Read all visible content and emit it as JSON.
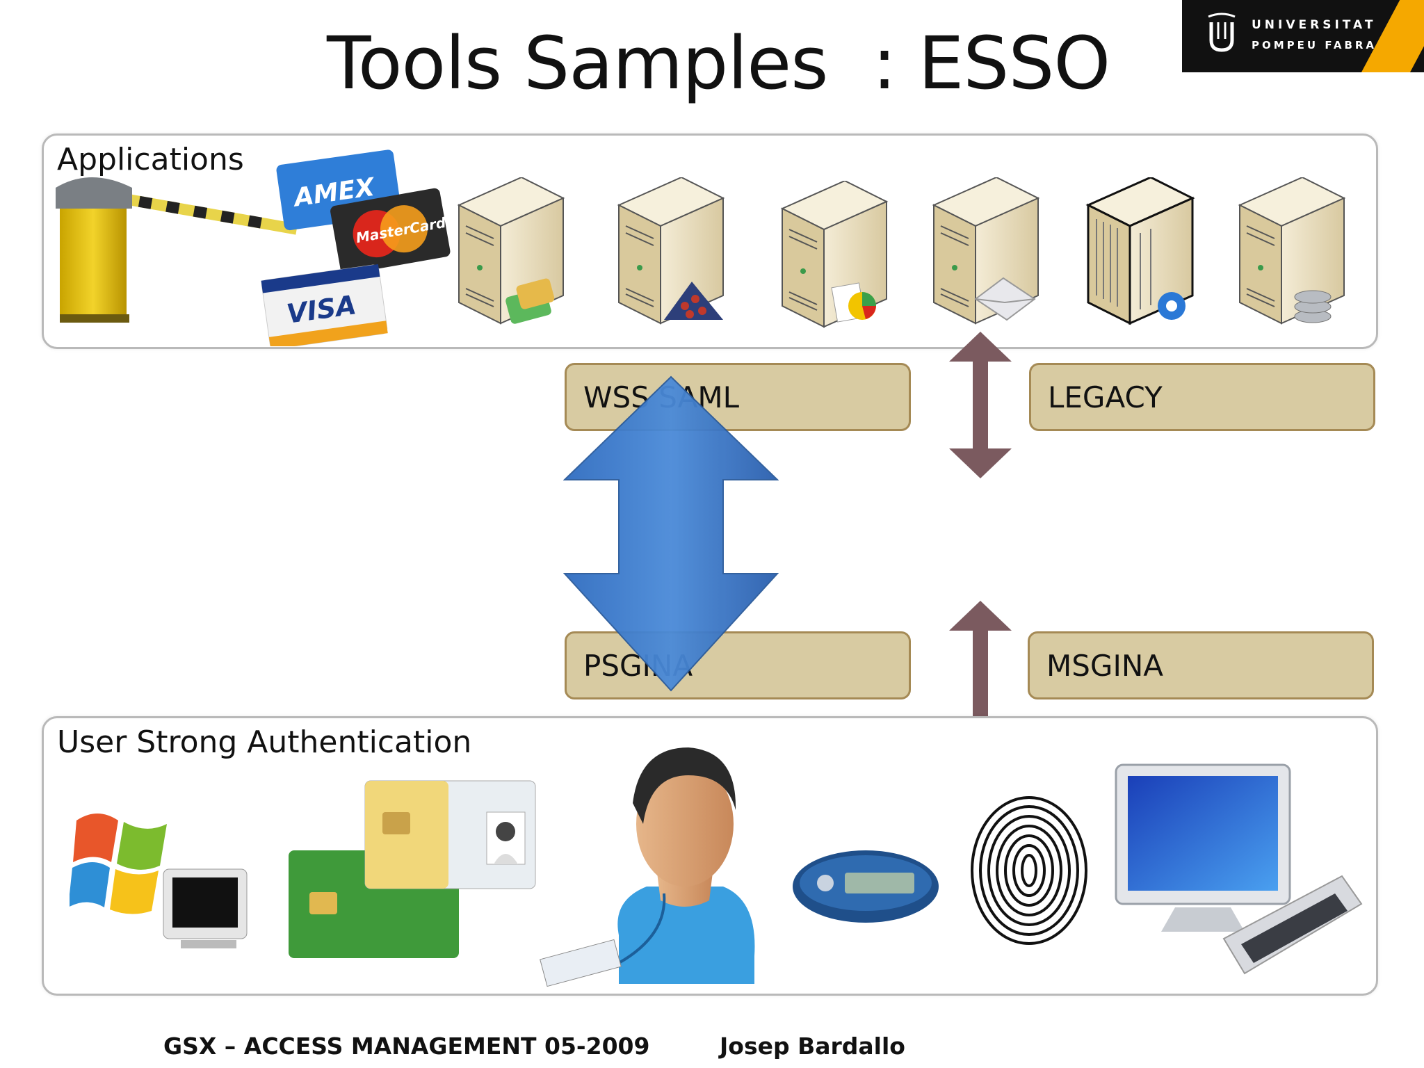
{
  "title": "Tools Samples  : ESSO",
  "logo": {
    "line1": "UNIVERSITAT",
    "line2": "POMPEU FABRA"
  },
  "panels": {
    "applications": "Applications",
    "authentication": "User Strong Authentication"
  },
  "cards": {
    "amex": "AMEX",
    "mastercard": "MasterCard",
    "visa": "VISA"
  },
  "protocols": {
    "wss_saml": "WSS SAML",
    "legacy": "LEGACY",
    "psgina": "PSGINA",
    "msgina": "MSGINA"
  },
  "footer": {
    "course": "GSX – ACCESS MANAGEMENT 05-2009",
    "author": "Josep Bardallo"
  },
  "colors": {
    "protocol_fill": "#d8cba2",
    "protocol_border": "#a58a55",
    "big_arrow": "#3c78c8",
    "small_arrow": "#7b5a5f",
    "logo_accent": "#f5a800"
  }
}
